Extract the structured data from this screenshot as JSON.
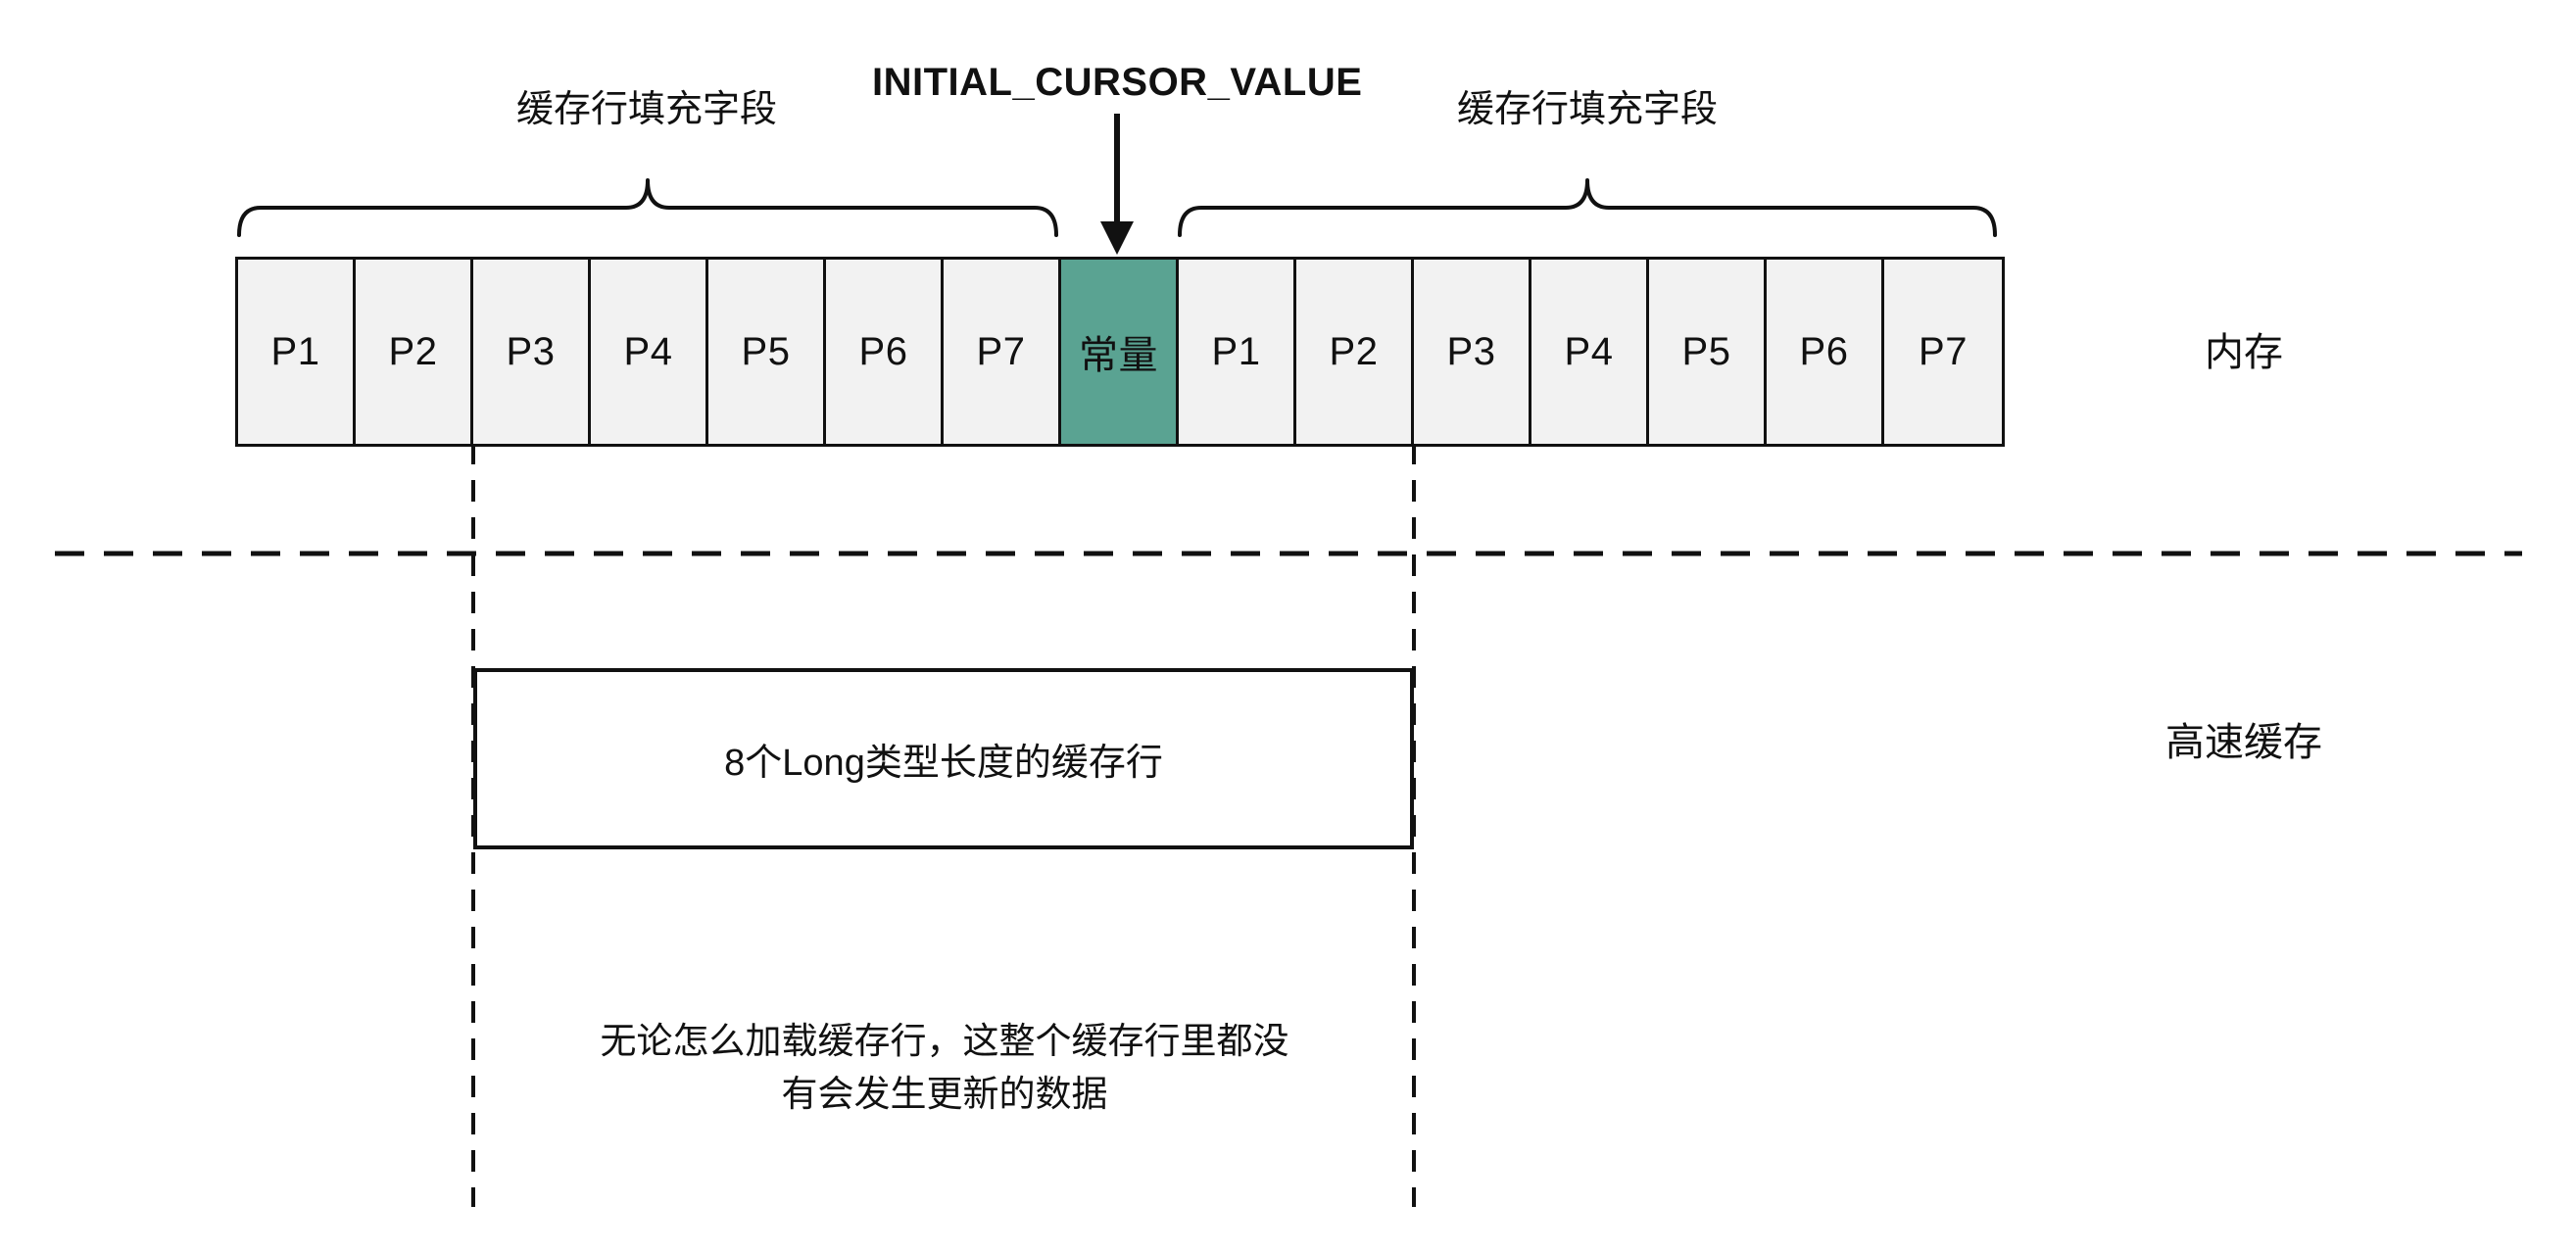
{
  "diagram": {
    "cursor_label": "INITIAL_CURSOR_VALUE",
    "left_brace_label": "缓存行填充字段",
    "right_brace_label": "缓存行填充字段",
    "memory_label": "内存",
    "cache_label": "高速缓存",
    "cache_line_box_label": "8个Long类型长度的缓存行",
    "note_line1": "无论怎么加载缓存行，这整个缓存行里都没",
    "note_line2": "有会发生更新的数据",
    "memory_cells": [
      "P1",
      "P2",
      "P3",
      "P4",
      "P5",
      "P6",
      "P7",
      "常量",
      "P1",
      "P2",
      "P3",
      "P4",
      "P5",
      "P6",
      "P7"
    ]
  },
  "colors": {
    "highlight": "#5AA392",
    "cell_fill": "#F2F2F2",
    "line": "#111111"
  }
}
